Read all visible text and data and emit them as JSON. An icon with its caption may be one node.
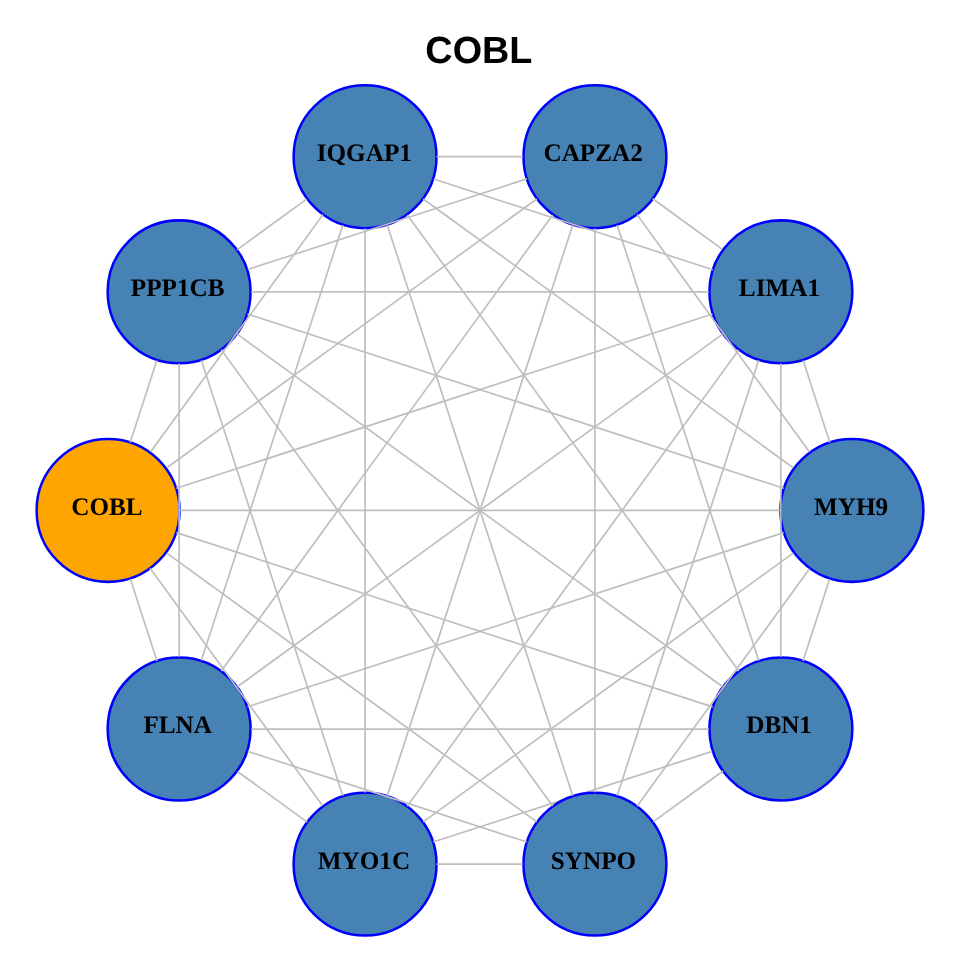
{
  "diagram": {
    "title": "COBL",
    "nodes": [
      {
        "text": [
          "DBN1"
        ]
      },
      {
        "text": [
          "MYH9"
        ]
      },
      {
        "text": [
          "MYO1C"
        ]
      },
      {
        "text": [
          "FLNA"
        ]
      },
      {
        "text": [
          "COBL"
        ]
      },
      {
        "text": [
          "PPP1CB"
        ]
      },
      {
        "text": [
          "IQGAP1"
        ]
      },
      {
        "text": [
          "CAPZA2"
        ]
      },
      {
        "text": [
          "LIMA1"
        ]
      },
      {
        "text": [
          "SYNPO"
        ]
      }
    ],
    "edges": [
      {
        "from": 0,
        "to": 1,
        "arrow": "none"
      },
      {
        "from": 0,
        "to": 2,
        "arrow": "none"
      },
      {
        "from": 0,
        "to": 3,
        "arrow": "none"
      },
      {
        "from": 0,
        "to": 4,
        "arrow": "none"
      },
      {
        "from": 0,
        "to": 5,
        "arrow": "none"
      },
      {
        "from": 0,
        "to": 6,
        "arrow": "none"
      },
      {
        "from": 0,
        "to": 7,
        "arrow": "none"
      },
      {
        "from": 0,
        "to": 8,
        "arrow": "none"
      },
      {
        "from": 0,
        "to": 9,
        "arrow": "none"
      },
      {
        "from": 1,
        "to": 2,
        "arrow": "none"
      },
      {
        "from": 1,
        "to": 3,
        "arrow": "none"
      },
      {
        "from": 1,
        "to": 4,
        "arrow": "none"
      },
      {
        "from": 1,
        "to": 5,
        "arrow": "none"
      },
      {
        "from": 1,
        "to": 6,
        "arrow": "none"
      },
      {
        "from": 1,
        "to": 7,
        "arrow": "none"
      },
      {
        "from": 1,
        "to": 8,
        "arrow": "none"
      },
      {
        "from": 1,
        "to": 9,
        "arrow": "none"
      },
      {
        "from": 2,
        "to": 3,
        "arrow": "none"
      },
      {
        "from": 2,
        "to": 4,
        "arrow": "none"
      },
      {
        "from": 2,
        "to": 5,
        "arrow": "none"
      },
      {
        "from": 2,
        "to": 6,
        "arrow": "none"
      },
      {
        "from": 2,
        "to": 7,
        "arrow": "none"
      },
      {
        "from": 2,
        "to": 8,
        "arrow": "none"
      },
      {
        "from": 2,
        "to": 9,
        "arrow": "none"
      },
      {
        "from": 3,
        "to": 4,
        "arrow": "none"
      },
      {
        "from": 3,
        "to": 5,
        "arrow": "none"
      },
      {
        "from": 3,
        "to": 6,
        "arrow": "none"
      },
      {
        "from": 3,
        "to": 7,
        "arrow": "none"
      },
      {
        "from": 3,
        "to": 8,
        "arrow": "none"
      },
      {
        "from": 3,
        "to": 9,
        "arrow": "none"
      },
      {
        "from": 4,
        "to": 5,
        "arrow": "none"
      },
      {
        "from": 4,
        "to": 6,
        "arrow": "none"
      },
      {
        "from": 4,
        "to": 7,
        "arrow": "none"
      },
      {
        "from": 4,
        "to": 8,
        "arrow": "none"
      },
      {
        "from": 4,
        "to": 9,
        "arrow": "none"
      },
      {
        "from": 5,
        "to": 6,
        "arrow": "none"
      },
      {
        "from": 5,
        "to": 7,
        "arrow": "none"
      },
      {
        "from": 5,
        "to": 8,
        "arrow": "none"
      },
      {
        "from": 5,
        "to": 9,
        "arrow": "none"
      },
      {
        "from": 6,
        "to": 7,
        "arrow": "none"
      },
      {
        "from": 6,
        "to": 8,
        "arrow": "none"
      },
      {
        "from": 6,
        "to": 9,
        "arrow": "none"
      },
      {
        "from": 7,
        "to": 8,
        "arrow": "none"
      },
      {
        "from": 7,
        "to": 9,
        "arrow": "none"
      },
      {
        "from": 8,
        "to": 9,
        "arrow": "none"
      }
    ]
  }
}
